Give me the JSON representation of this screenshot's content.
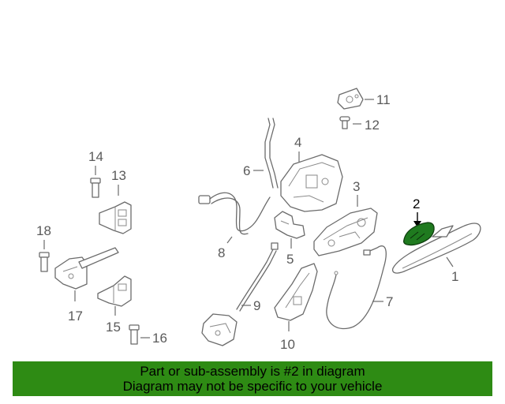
{
  "diagram": {
    "callouts": {
      "c1": "1",
      "c2": "2",
      "c3": "3",
      "c4": "4",
      "c5": "5",
      "c6": "6",
      "c7": "7",
      "c8": "8",
      "c9": "9",
      "c10": "10",
      "c11": "11",
      "c12": "12",
      "c13": "13",
      "c14": "14",
      "c15": "15",
      "c16": "16",
      "c17": "17",
      "c18": "18"
    },
    "highlighted_part": "2",
    "highlight_color": "#1f7a1f"
  },
  "banner": {
    "line1": "Part or sub-assembly is #2 in diagram",
    "line2": "Diagram may not be specific to your vehicle",
    "background": "#2e8b14"
  }
}
